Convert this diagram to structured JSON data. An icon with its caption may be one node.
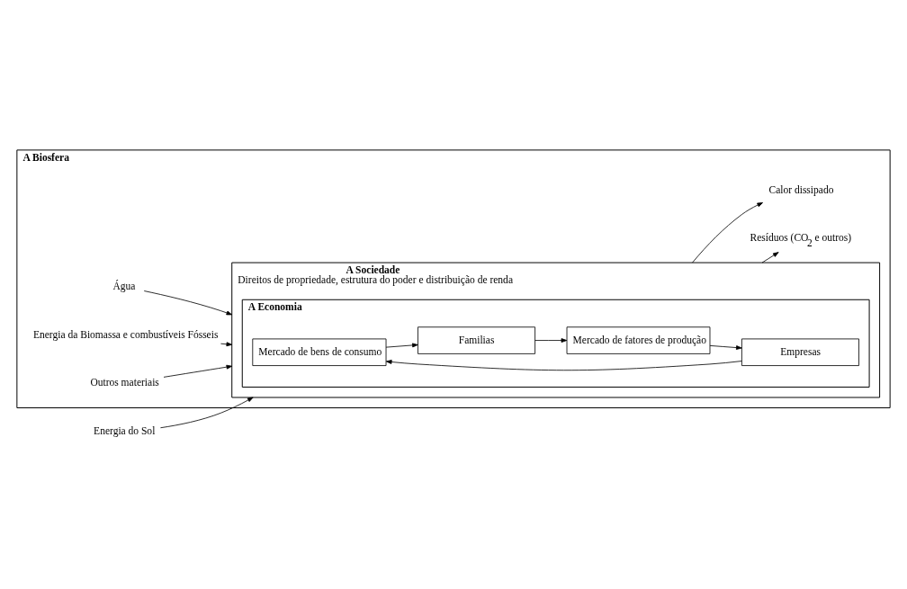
{
  "diagram": {
    "nodes": [
      {
        "text": [
          "A Biosfera"
        ]
      },
      {
        "text": [
          "A Sociedade",
          "Direitos de propriedade, estrutura do poder e distribuição de renda"
        ],
        "in": 0
      },
      {
        "text": [
          "A Economia"
        ],
        "in": 1
      },
      {
        "text": [
          "Mercado de bens de consumo"
        ],
        "in": 2
      },
      {
        "text": [
          "Familias"
        ],
        "in": 2
      },
      {
        "text": [
          "Empresas"
        ],
        "in": 2
      },
      {
        "text": [
          "Mercado de fatores de produção"
        ],
        "in": 2
      },
      {
        "text": [
          "Energia do Sol"
        ]
      },
      {
        "text": [
          "Água"
        ],
        "in": 0
      },
      {
        "text": [
          "Energia da Biomassa e combustíveis Fósseis"
        ],
        "in": 0
      },
      {
        "text": [
          "Outros materiais"
        ],
        "in": 0
      },
      {
        "text": [
          "Resíduos (CO$_{2}$ e outros)"
        ],
        "in": 0
      },
      {
        "text": [
          "Calor dissipado"
        ],
        "in": 0
      }
    ],
    "edges": [
      {
        "from": 7,
        "to": 1,
        "arrow": "to"
      },
      {
        "from": 8,
        "to": 1,
        "arrow": "to"
      },
      {
        "from": 9,
        "to": 1,
        "arrow": "to"
      },
      {
        "from": 10,
        "to": 1,
        "arrow": "to"
      },
      {
        "from": 1,
        "to": 11,
        "arrow": "to"
      },
      {
        "from": 1,
        "to": 12,
        "arrow": "to"
      },
      {
        "from": 3,
        "to": 4,
        "arrow": "to"
      },
      {
        "from": 4,
        "to": 6,
        "arrow": "to"
      },
      {
        "from": 6,
        "to": 5,
        "arrow": "to"
      },
      {
        "from": 5,
        "to": 3,
        "arrow": "to"
      }
    ]
  }
}
